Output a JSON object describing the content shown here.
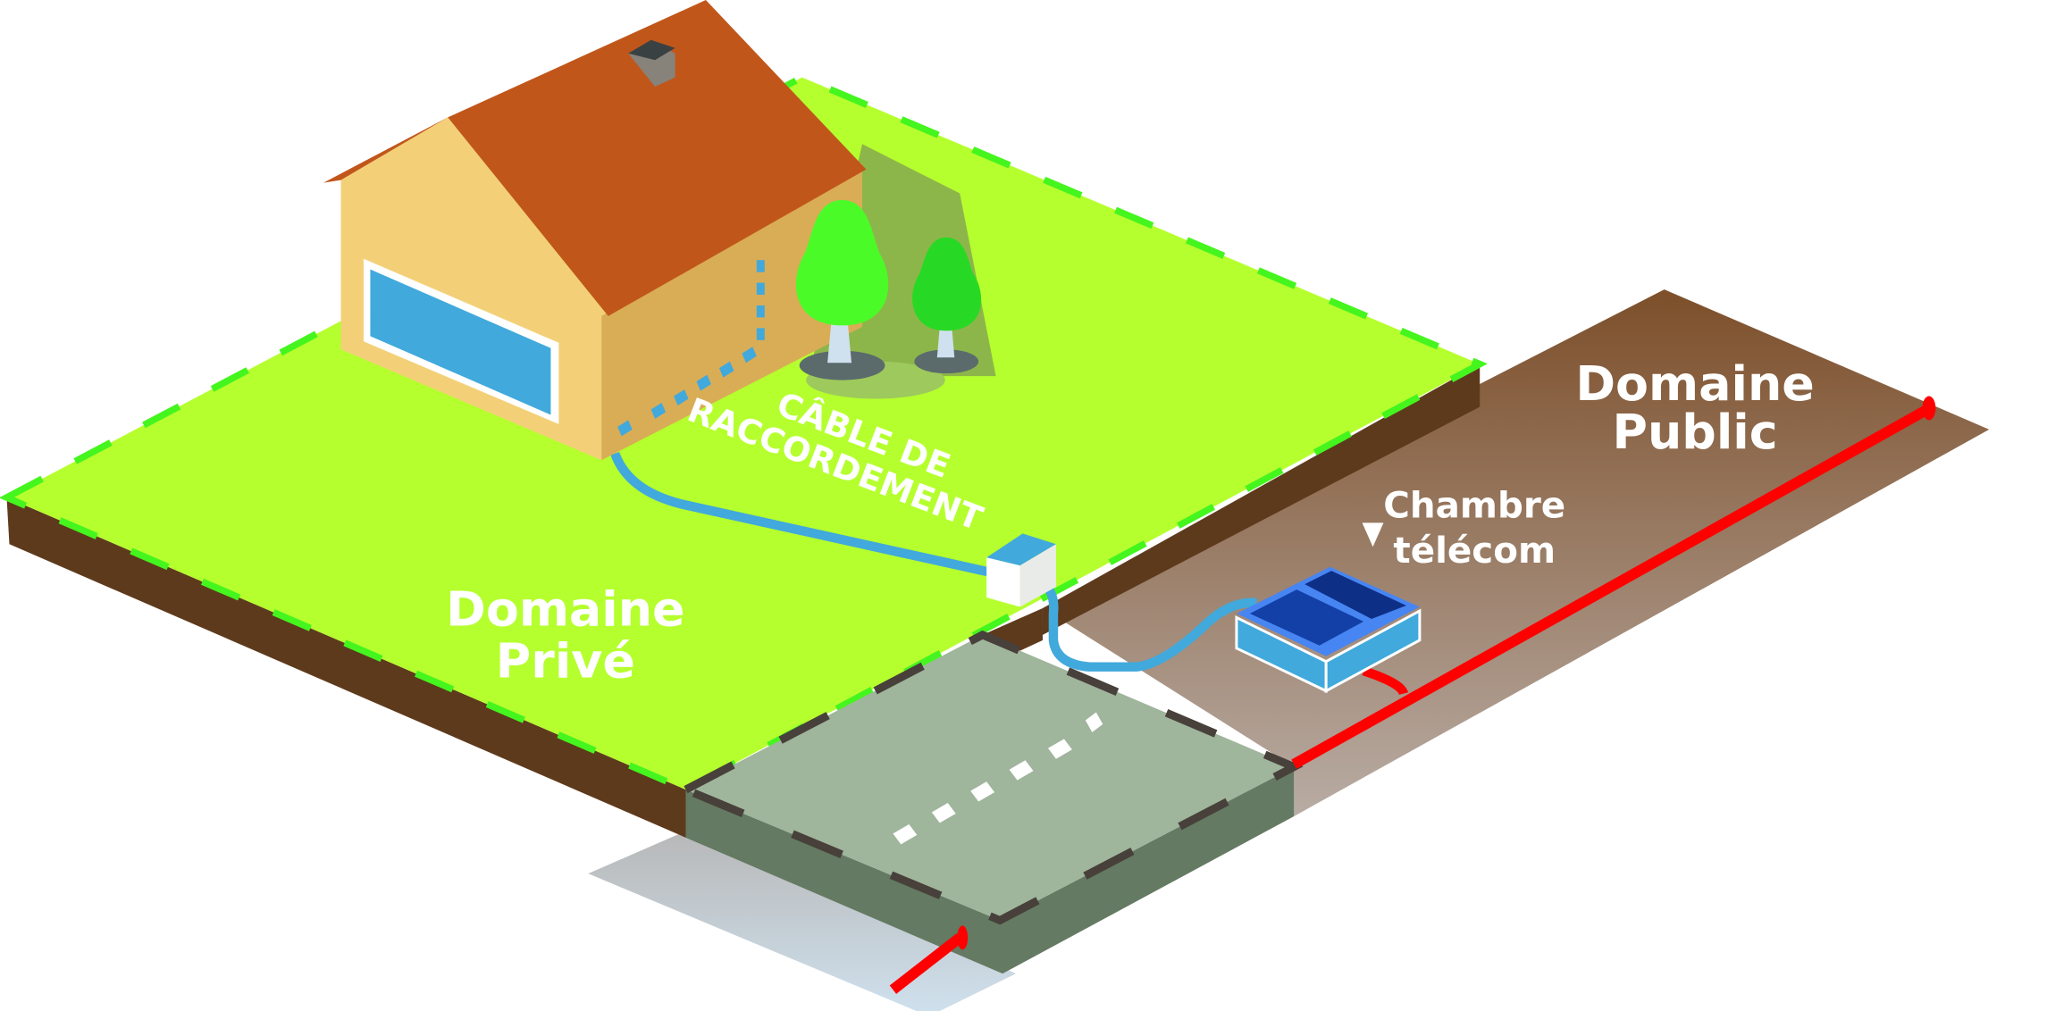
{
  "diagram": {
    "title": "Raccordement fibre : domaine privé / domaine public",
    "labels": {
      "private_domain_line1": "Domaine",
      "private_domain_line2": "Privé",
      "public_domain_line1": "Domaine",
      "public_domain_line2": "Public",
      "cable_line1": "CÂBLE DE",
      "cable_line2": "RACCORDEMENT",
      "chamber_line1": "Chambre",
      "chamber_line2": "télécom"
    },
    "colors": {
      "lawn": "#b5ff2e",
      "lawn_border_dash": "#45f51e",
      "soil": "#5e3a1c",
      "public_ground_top": "#7d4f2a",
      "public_ground_bottom": "#a89a8e",
      "road_top": "#9fb59c",
      "road_side": "#647a62",
      "road_dash": "#48403a",
      "roof": "#c1561b",
      "wall_front": "#f3d078",
      "wall_side": "#d9ad56",
      "window": "#41a9dc",
      "cable": "#41a9dc",
      "network_line": "#ff0000",
      "chamber_lid": "#0e2f86",
      "tree_1": "#4bfb27",
      "tree_2": "#27d924"
    }
  }
}
